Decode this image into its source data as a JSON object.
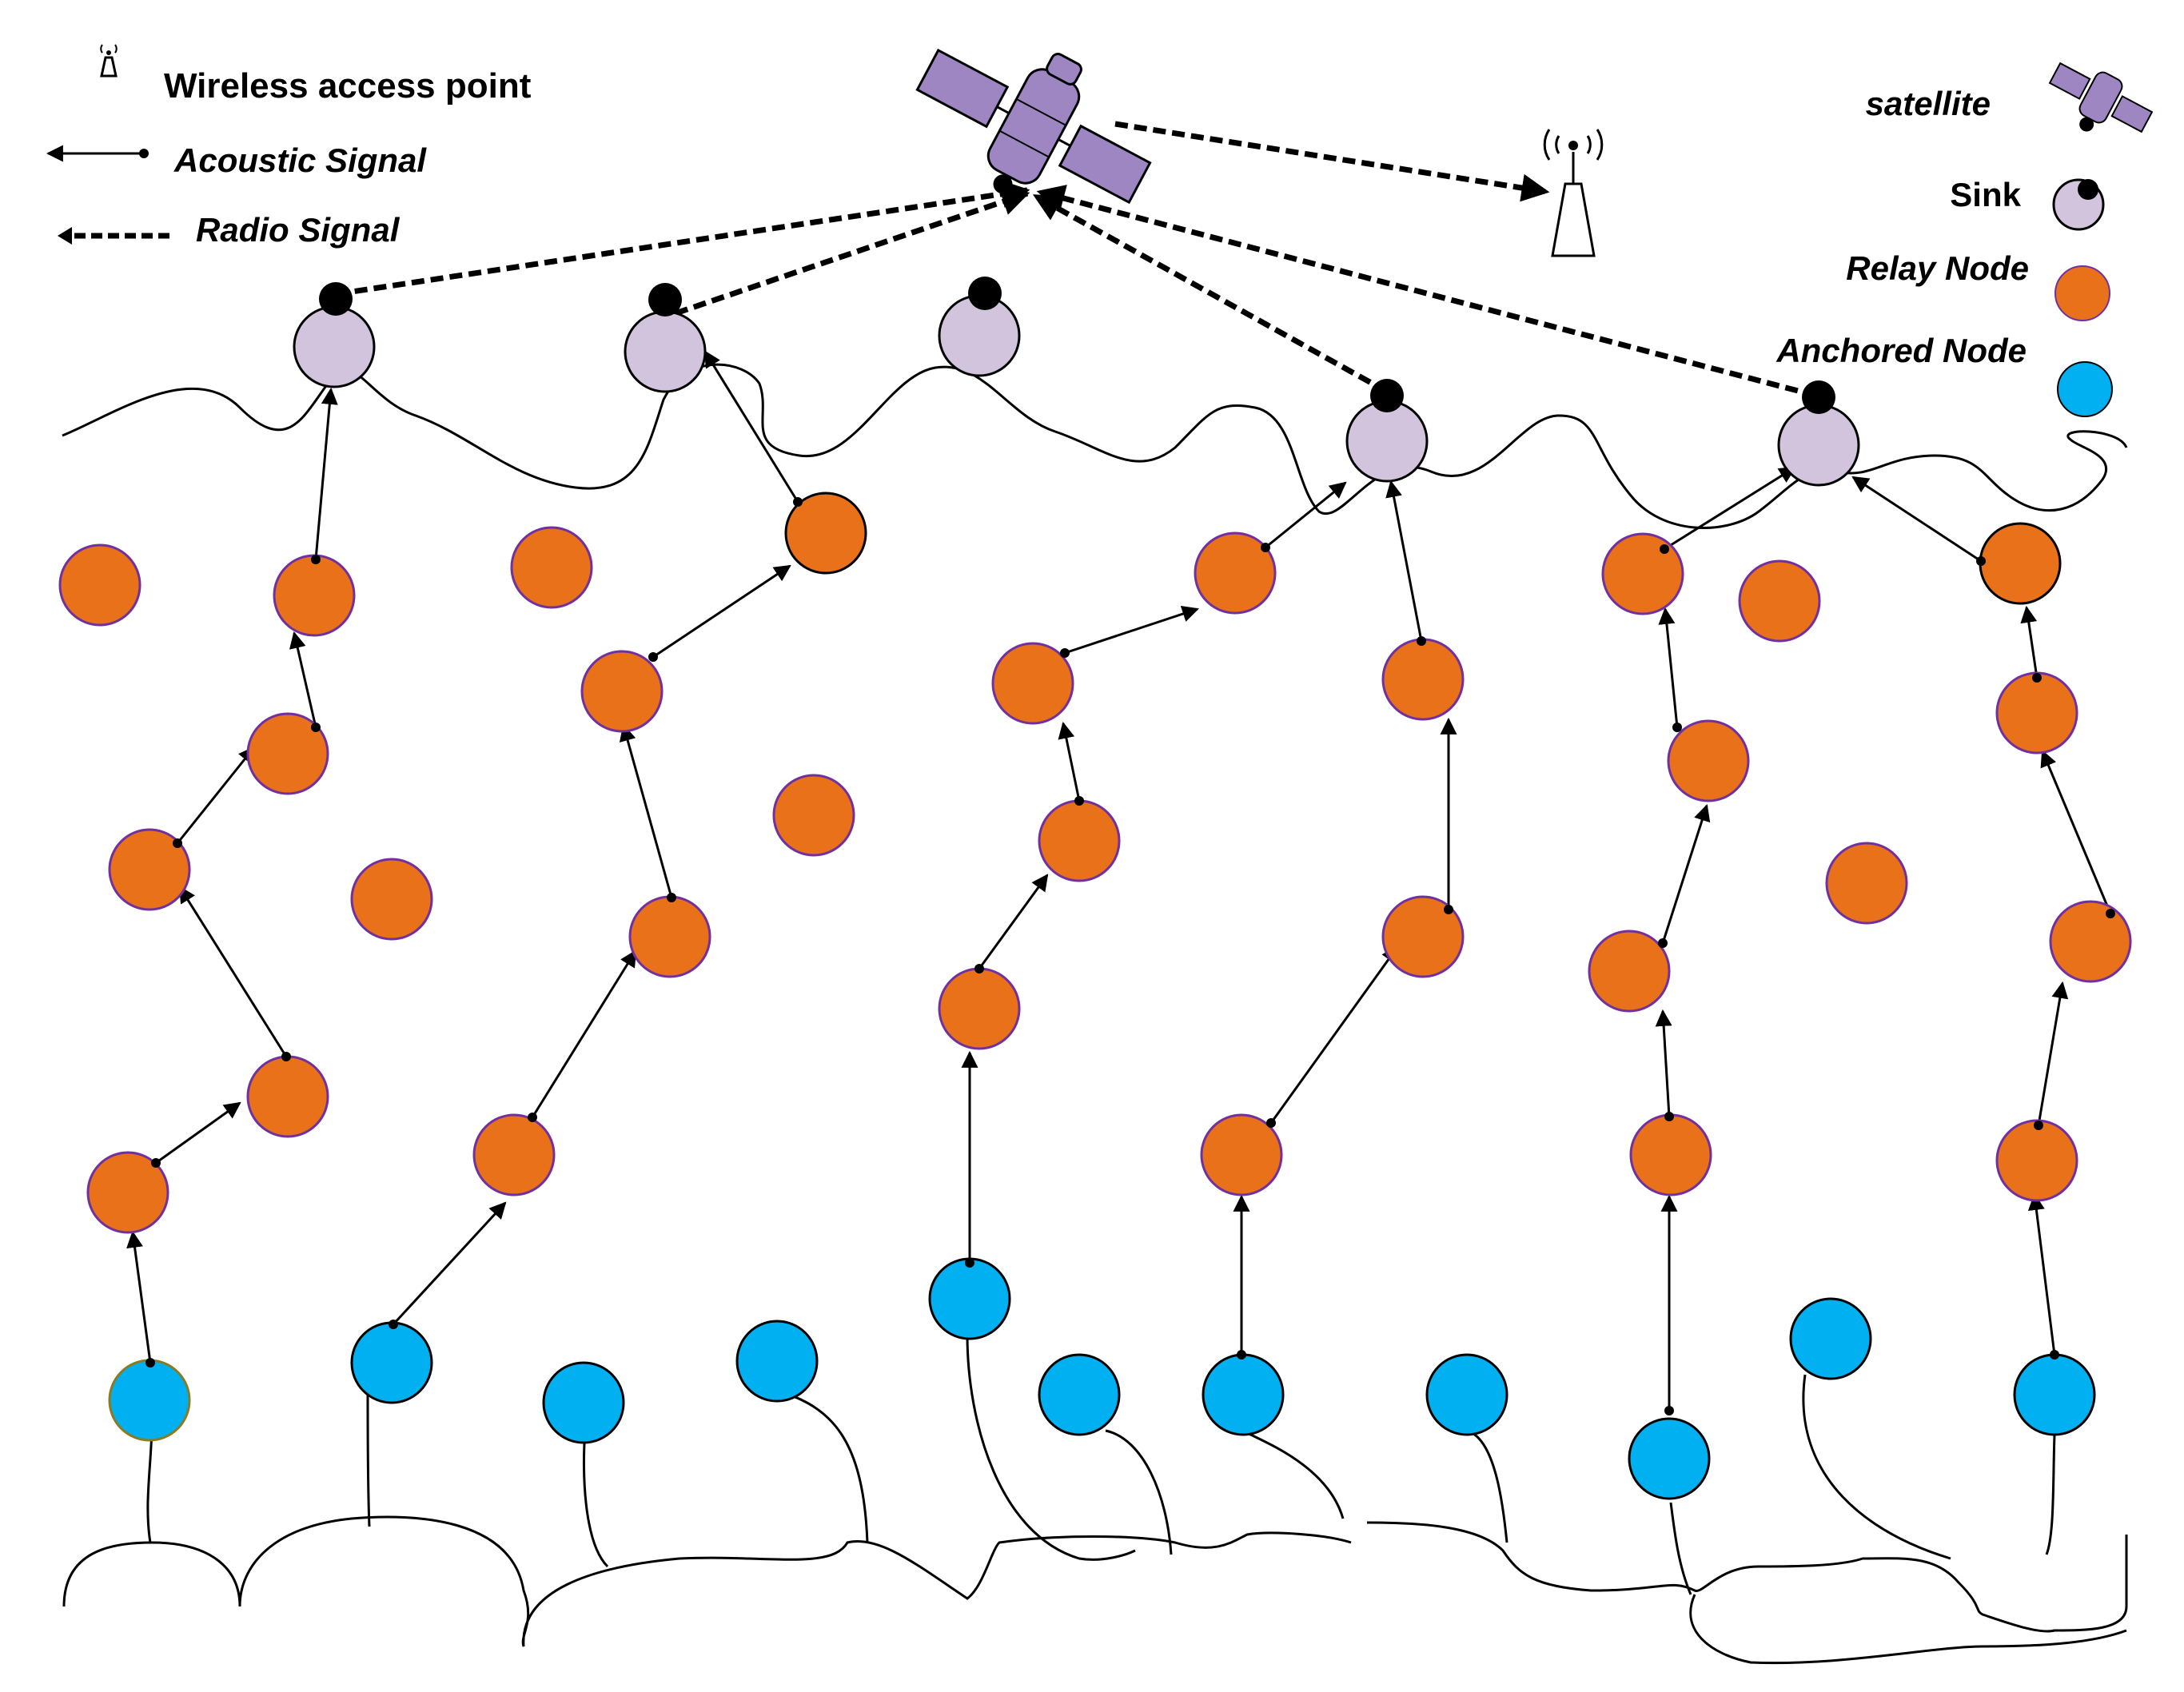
{
  "legend": {
    "wireless_access_point": "Wireless access point",
    "acoustic_signal": "Acoustic Signal",
    "radio_signal": "Radio Signal",
    "satellite": "satellite",
    "sink": "Sink",
    "relay_node": "Relay Node",
    "anchored_node": "Anchored Node"
  },
  "colors": {
    "sink": "#d2c4dc",
    "relay": "#e8711a",
    "relay_stroke": "#7030a0",
    "anchored": "#00b0f0",
    "satellite": "#9d86c2",
    "line": "#000000"
  },
  "icons": [
    "antenna-icon",
    "satellite-icon"
  ]
}
